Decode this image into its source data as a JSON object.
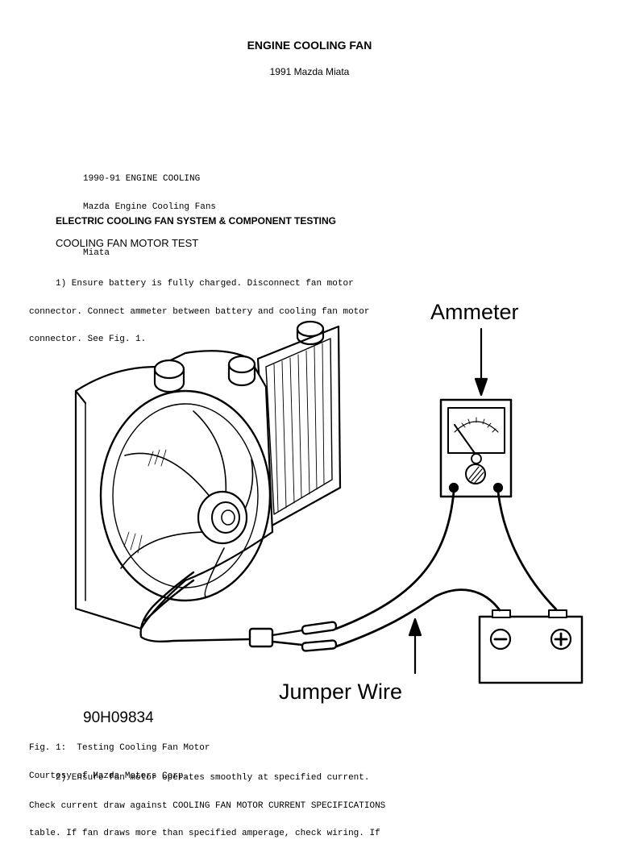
{
  "document": {
    "title": "ENGINE COOLING FAN",
    "subtitle": "1991 Mazda Miata",
    "header_lines": [
      "1990-91 ENGINE COOLING",
      "Mazda Engine Cooling Fans",
      "",
      "Miata"
    ],
    "section_heading": "ELECTRIC COOLING FAN SYSTEM & COMPONENT TESTING",
    "subsection_heading": "COOLING FAN MOTOR TEST",
    "step1_lines": [
      "     1) Ensure battery is fully charged. Disconnect fan motor",
      "connector. Connect ammeter between battery and cooling fan motor",
      "connector. See Fig. 1."
    ],
    "figure": {
      "label_ammeter": "Ammeter",
      "label_jumper_wire": "Jumper Wire",
      "figure_id": "90H09834",
      "caption_lines": [
        "Fig. 1:  Testing Cooling Fan Motor",
        "Courtesy of Mazda Motors Corp."
      ]
    },
    "step2_lines": [
      "     2) Ensure fan motor operates smoothly at specified current.",
      "Check current draw against COOLING FAN MOTOR CURRENT SPECIFICATIONS",
      "table. If fan draws more than specified amperage, check wiring. If"
    ]
  },
  "colors": {
    "text": "#000000",
    "background": "#ffffff"
  }
}
